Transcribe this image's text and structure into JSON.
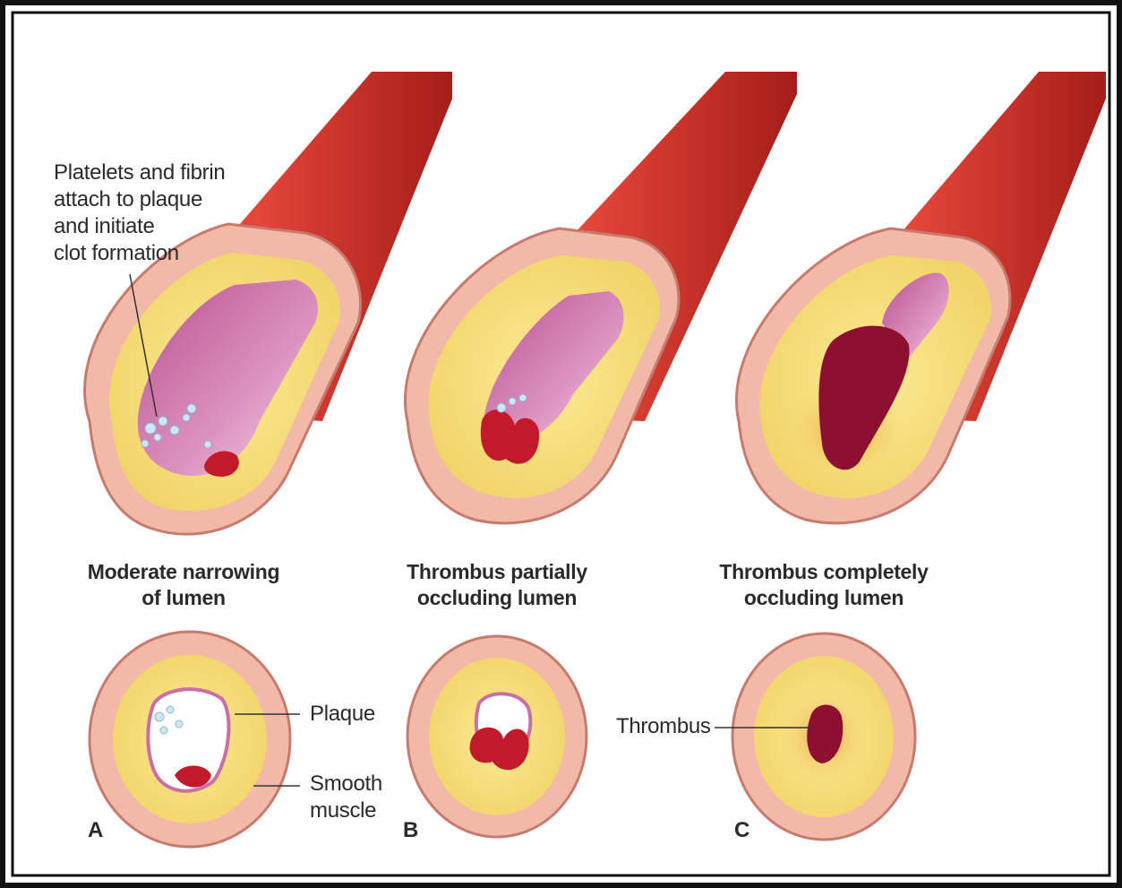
{
  "annotation": {
    "lines": [
      "Platelets and fibrin",
      "attach to plaque",
      "and initiate",
      "clot formation"
    ]
  },
  "panels": [
    {
      "letter": "A",
      "title_lines": [
        "Moderate narrowing",
        "of lumen"
      ]
    },
    {
      "letter": "B",
      "title_lines": [
        "Thrombus partially",
        "occluding lumen"
      ]
    },
    {
      "letter": "C",
      "title_lines": [
        "Thrombus completely",
        "occluding lumen"
      ]
    }
  ],
  "callouts": {
    "plaque": "Plaque",
    "smooth_muscle_lines": [
      "Smooth",
      "muscle"
    ],
    "thrombus": "Thrombus"
  },
  "colors": {
    "artery_red": "#d9342b",
    "artery_dark": "#a8201c",
    "wall_pink": "#f2b8a8",
    "plaque_yellow": "#f7e27a",
    "lumen_pink": "#c96fa6",
    "clot_red": "#c21a2a",
    "thrombus_dark": "#8e1030",
    "border": "#111111"
  }
}
